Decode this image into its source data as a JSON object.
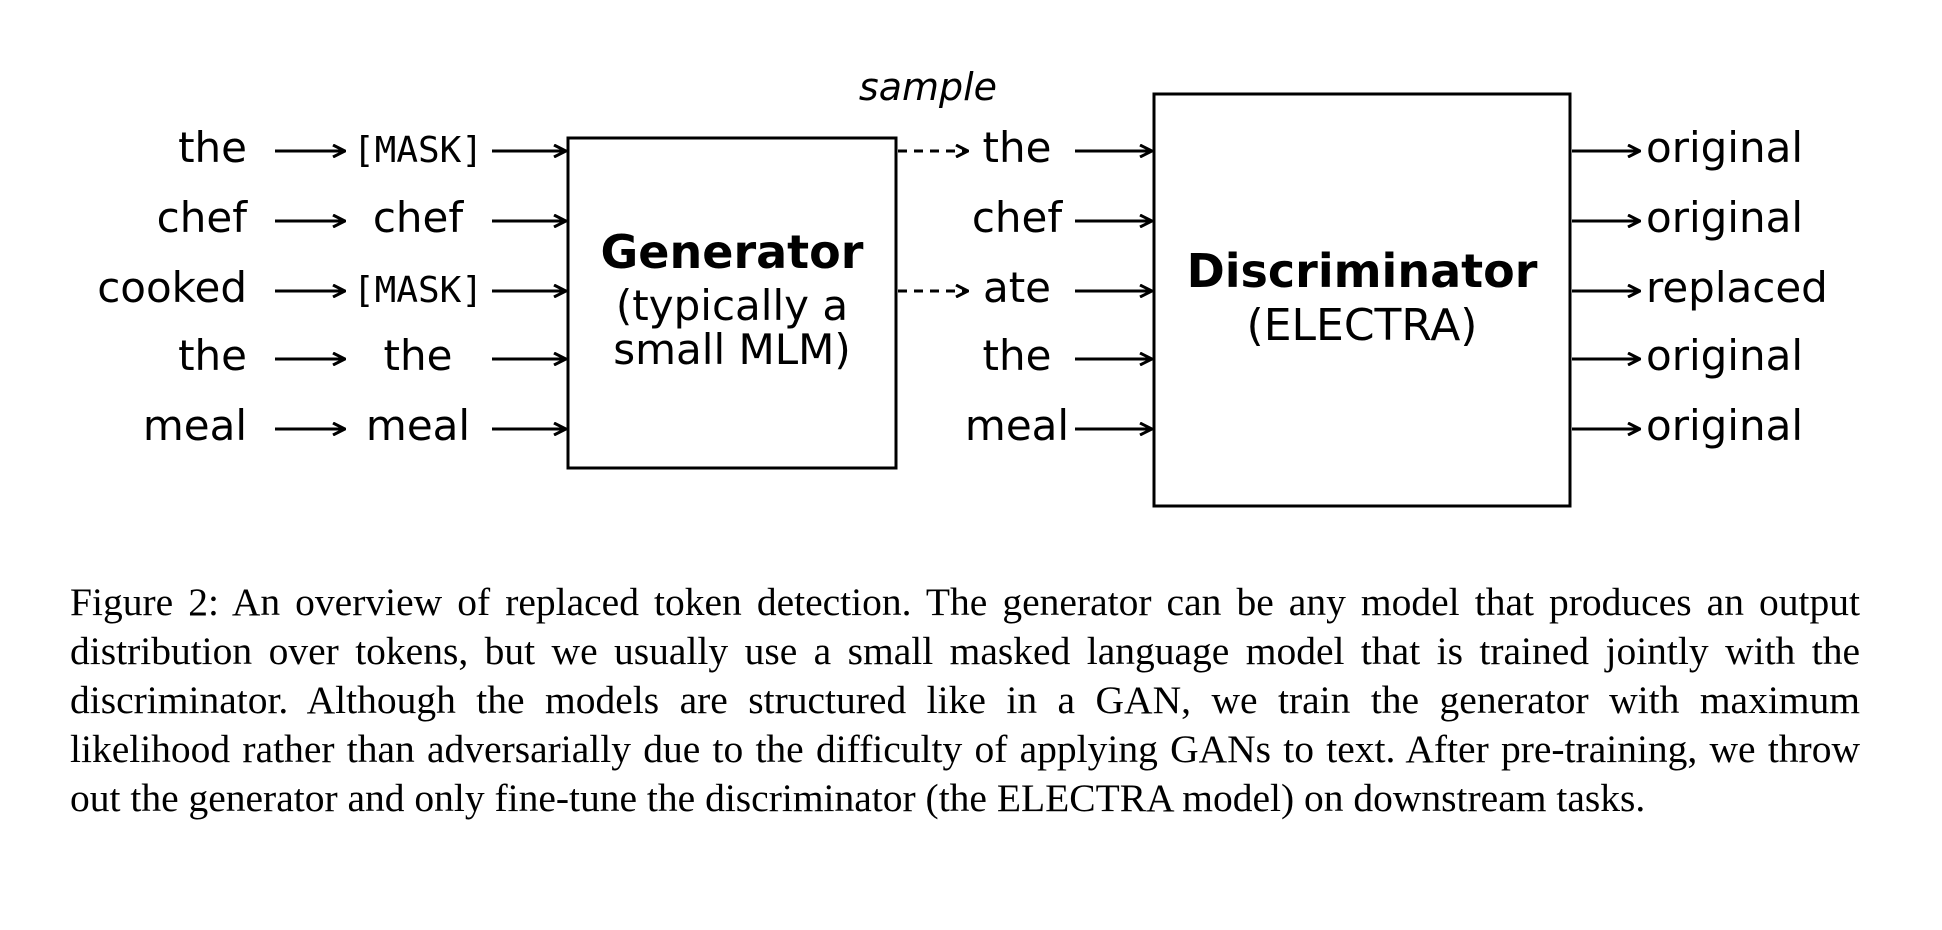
{
  "sample_label": "sample",
  "input_tokens": [
    "the",
    "chef",
    "cooked",
    "the",
    "meal"
  ],
  "masked_tokens": [
    {
      "text": "[MASK]",
      "mono": true
    },
    {
      "text": "chef",
      "mono": false
    },
    {
      "text": "[MASK]",
      "mono": true
    },
    {
      "text": "the",
      "mono": false
    },
    {
      "text": "meal",
      "mono": false
    }
  ],
  "generator": {
    "title": "Generator",
    "subtitle_line1": "(typically a",
    "subtitle_line2": "small MLM)"
  },
  "sampled_tokens": [
    {
      "text": "the",
      "sampled": true
    },
    {
      "text": "chef",
      "sampled": false
    },
    {
      "text": "ate",
      "sampled": true
    },
    {
      "text": "the",
      "sampled": false
    },
    {
      "text": "meal",
      "sampled": false
    }
  ],
  "discriminator": {
    "title": "Discriminator",
    "subtitle": "(ELECTRA)"
  },
  "outputs": [
    "original",
    "original",
    "replaced",
    "original",
    "original"
  ],
  "caption": "Figure 2: An overview of replaced token detection. The generator can be any model that produces an output distribution over tokens, but we usually use a small masked language model that is trained jointly with the discriminator. Although the models are structured like in a GAN, we train the generator with maximum likelihood rather than adversarially due to the difficulty of applying GANs to text. After pre-training, we throw out the generator and only fine-tune the discriminator (the ELECTRA model) on downstream tasks."
}
